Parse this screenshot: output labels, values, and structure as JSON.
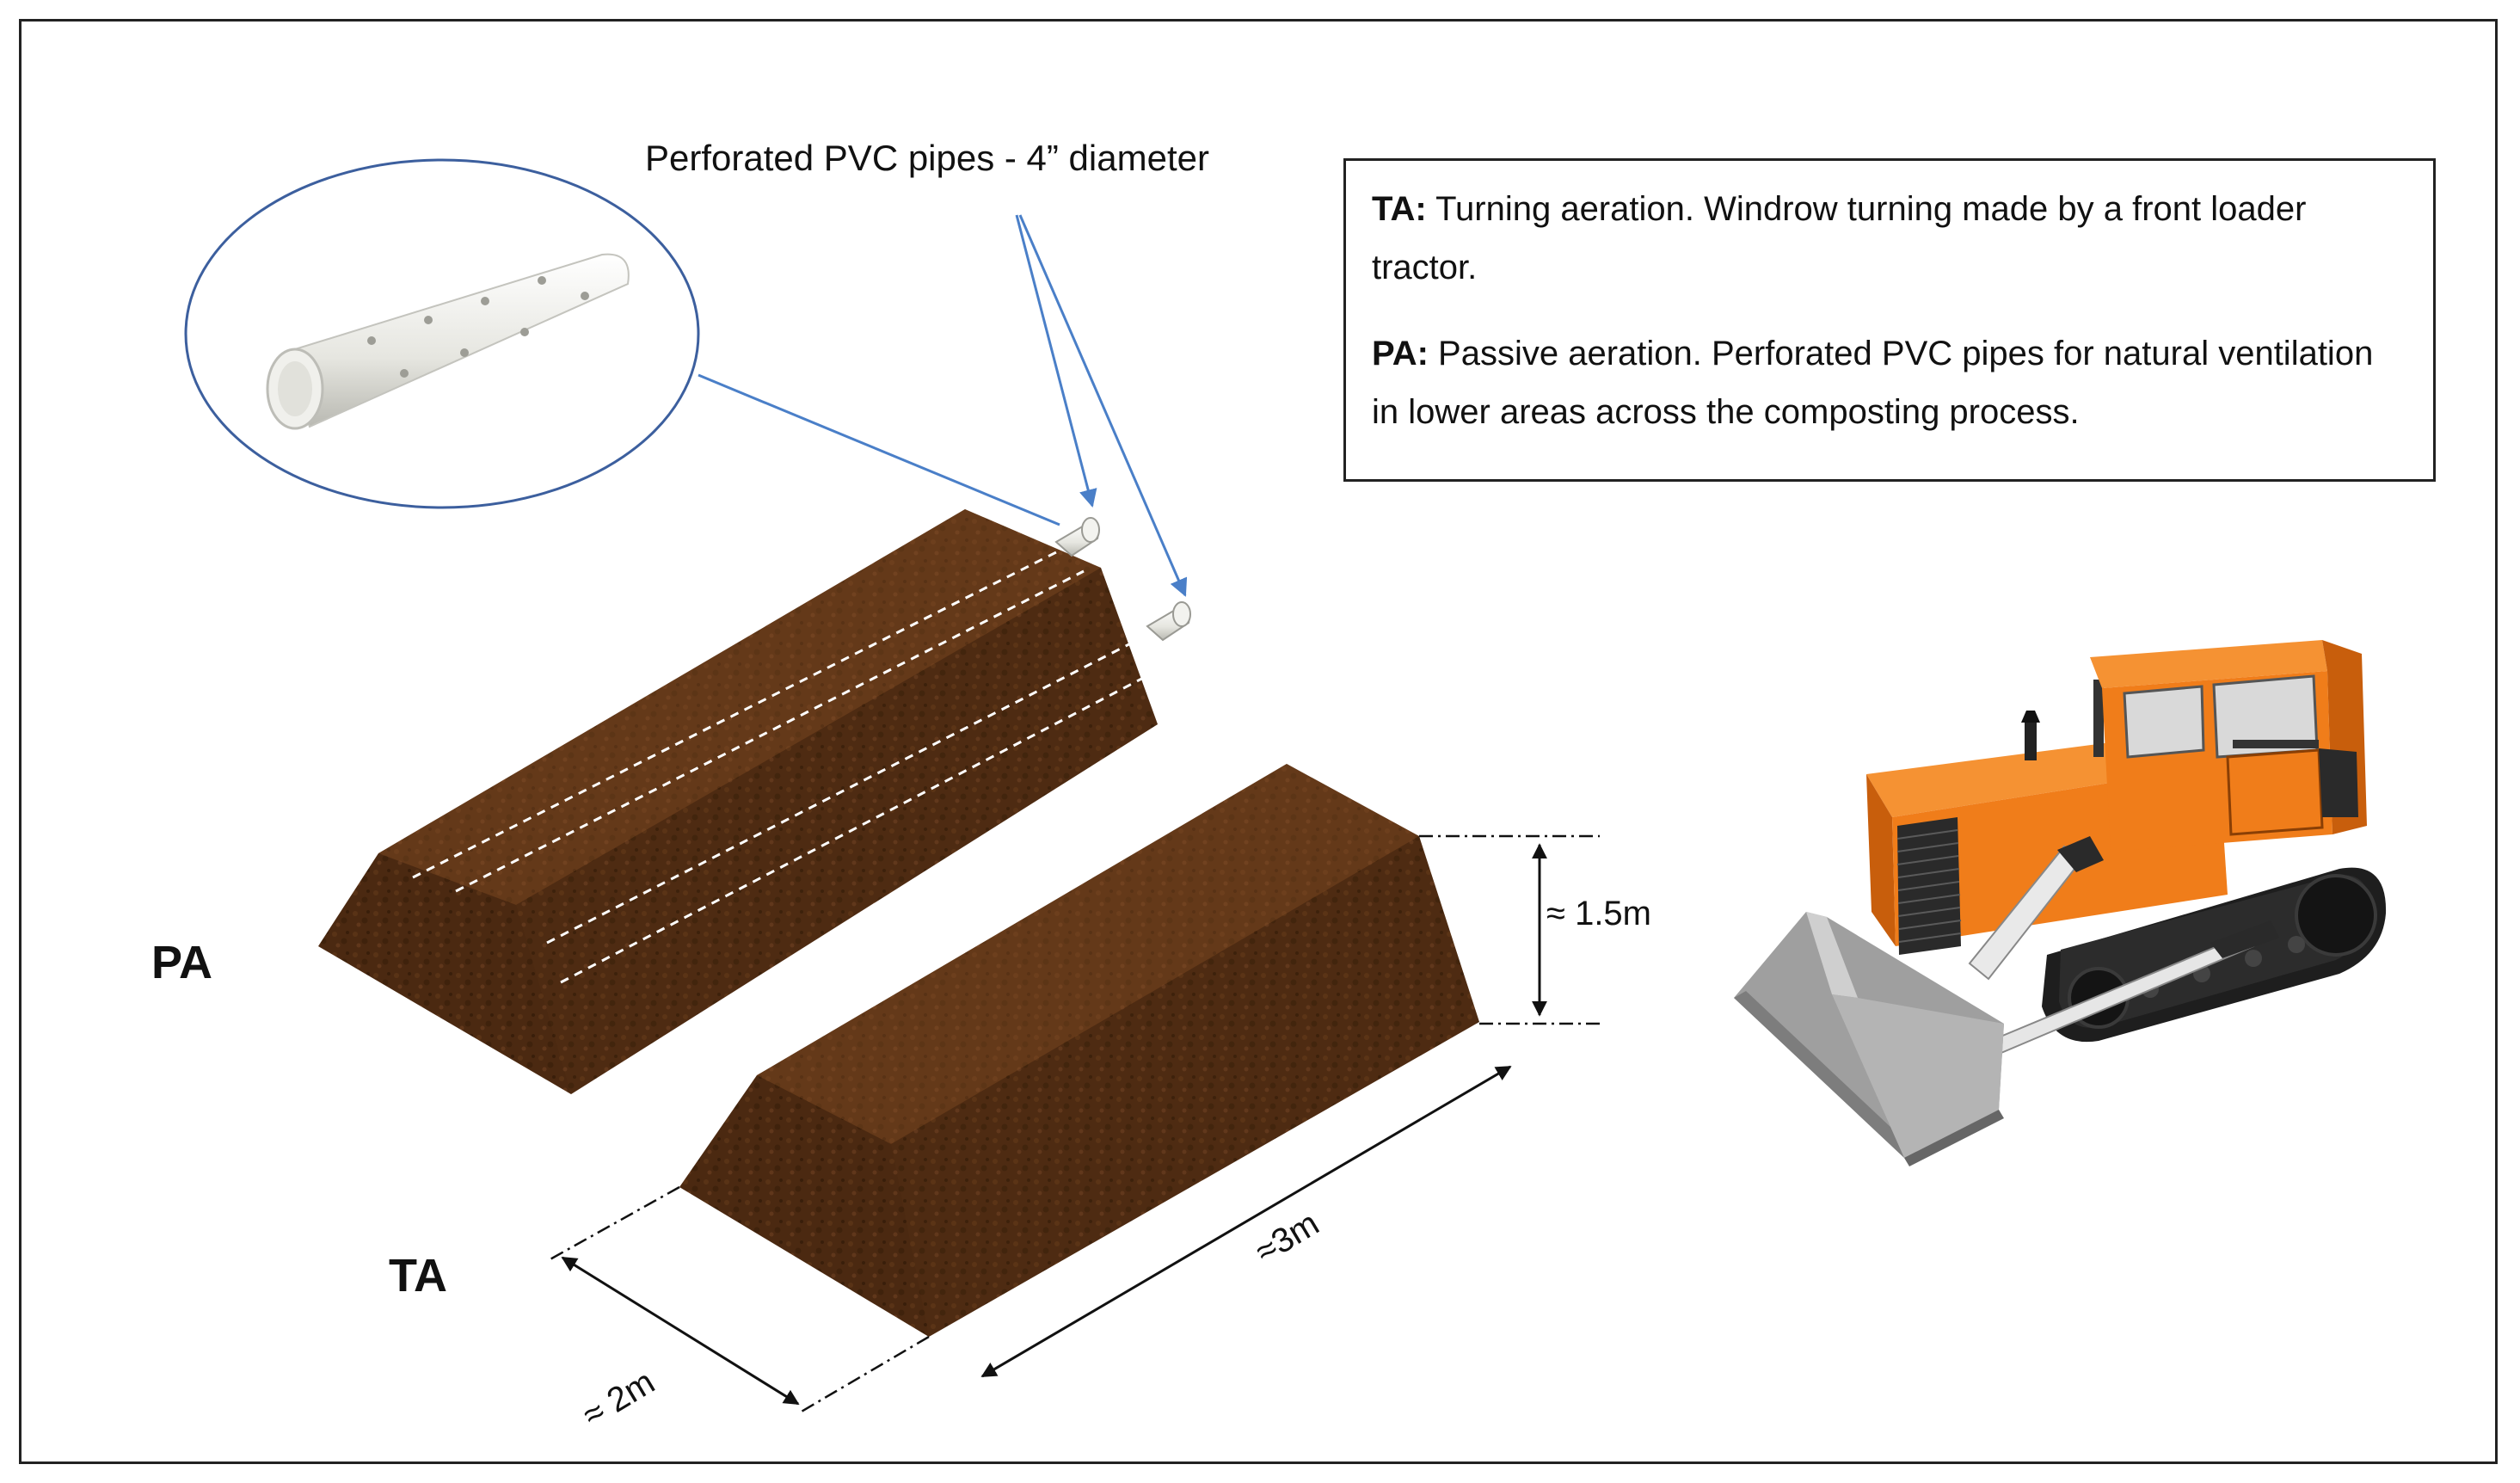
{
  "callout": {
    "pipes_label": "Perforated PVC pipes - 4” diameter"
  },
  "legend": {
    "ta_key": "TA:",
    "ta_text": "Turning aeration. Windrow turning made by a front loader tractor.",
    "pa_key": "PA:",
    "pa_text": "Passive aeration. Perforated PVC pipes for natural ventilation in lower areas across the composting process."
  },
  "labels": {
    "pa": "PA",
    "ta": "TA"
  },
  "dimensions": {
    "height": "≈ 1.5m",
    "length": "≈3m",
    "width": "≈ 2m"
  },
  "colors": {
    "compost_dark": "#4a2a12",
    "compost_mid": "#6b3d1c",
    "compost_light": "#7d4a24",
    "pipe": "#eeeeea",
    "arrow_blue": "#4a7fc8",
    "tractor_orange": "#f07d1a",
    "blade_gray": "#a8a8a8"
  }
}
